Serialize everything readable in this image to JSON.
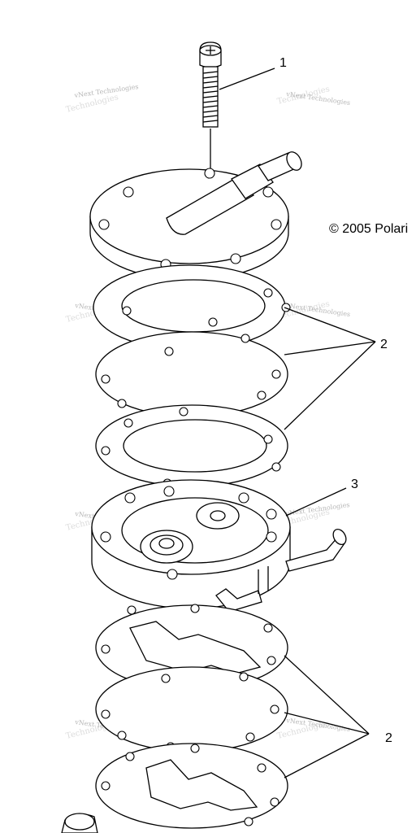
{
  "copyright": "© 2005 Polari",
  "callouts": {
    "screw": "1",
    "gaskets_upper": "2",
    "pump_body": "3",
    "gaskets_lower": "2"
  },
  "watermark": {
    "line1": "vNext Technologies",
    "line2": "Technologies"
  }
}
